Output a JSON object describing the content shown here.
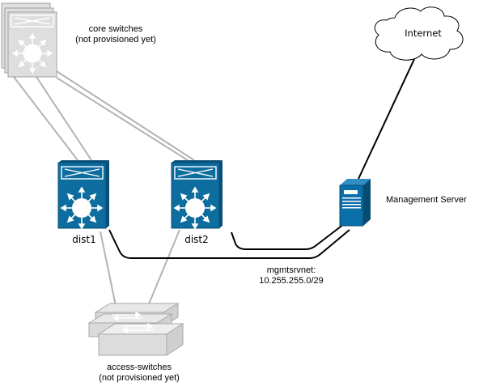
{
  "diagram": {
    "nodes": {
      "core": {
        "label_line1": "core switches",
        "label_line2": "(not provisioned yet)"
      },
      "internet": {
        "label": "Internet"
      },
      "dist1": {
        "label": "dist1"
      },
      "dist2": {
        "label": "dist2"
      },
      "server": {
        "label": "Management Server"
      },
      "access": {
        "label_line1": "access-switches",
        "label_line2": "(not provisioned yet)"
      }
    },
    "network": {
      "label_line1": "mgmtsrvnet:",
      "label_line2": "10.255.255.0/29"
    },
    "colors": {
      "cisco_blue": "#0d6d9e",
      "cisco_dark": "#0a4f77",
      "inactive_gray": "#d9d9d9",
      "inactive_line": "#b3b3b3",
      "active_line": "#000000",
      "server_blue": "#0a6fa8"
    },
    "icons": {
      "core": "layer3-switch-icon",
      "dist": "layer3-switch-icon",
      "access": "workgroup-switch-icon",
      "server": "server-icon",
      "internet": "cloud-icon"
    }
  }
}
